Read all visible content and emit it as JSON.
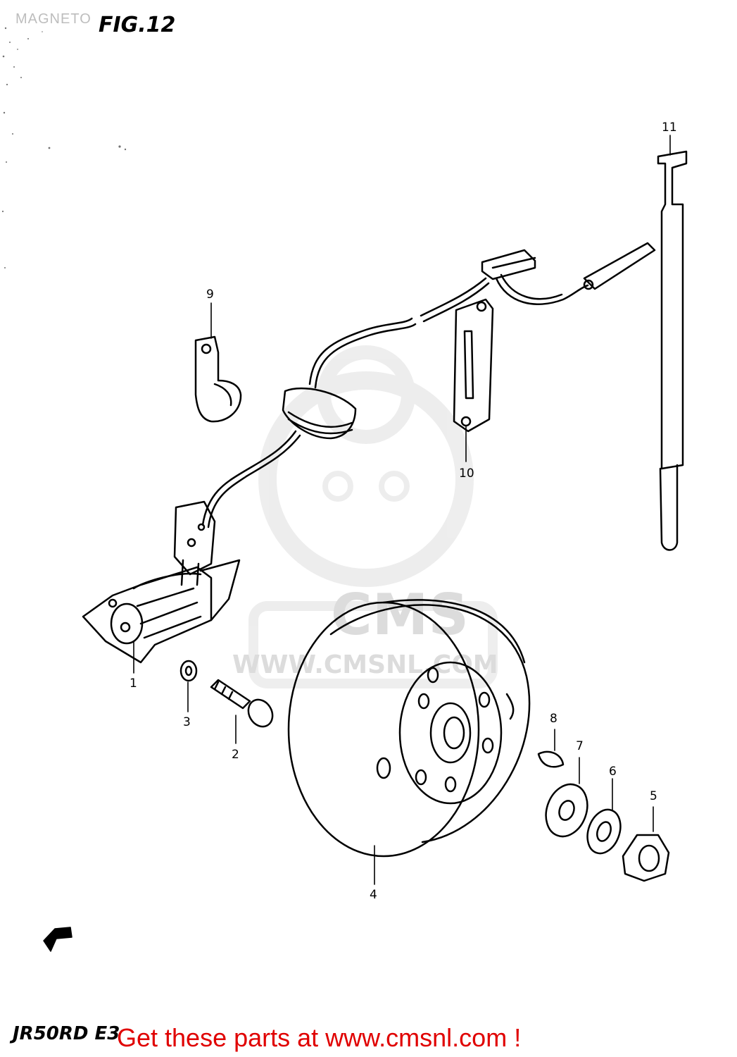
{
  "header": {
    "section_title": "MAGNETO",
    "figure_label": "FIG.12"
  },
  "watermark": {
    "brand": "CMS",
    "url": "WWW.CMSNL.COM"
  },
  "callouts": [
    "1",
    "2",
    "3",
    "4",
    "5",
    "6",
    "7",
    "8",
    "9",
    "10",
    "11"
  ],
  "footer": {
    "model_code": "JR50RD E3",
    "cta_text": "Get these parts at www.cmsnl.com !"
  },
  "colors": {
    "line": "#000000",
    "cta": "#e00000",
    "watermark": "#dcdcdc"
  },
  "icons": [
    "front-direction-arrow-icon"
  ]
}
